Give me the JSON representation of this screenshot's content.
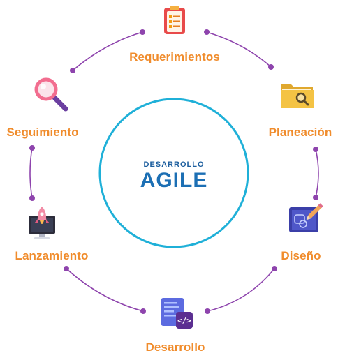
{
  "center": {
    "subtitle": "DESARROLLO",
    "title": "AGILE"
  },
  "stages": [
    {
      "label": "Requerimientos",
      "icon": "clipboard-checklist-icon"
    },
    {
      "label": "Planeación",
      "icon": "folder-magnifier-icon"
    },
    {
      "label": "Diseño",
      "icon": "blueprint-pencil-icon"
    },
    {
      "label": "Desarrollo",
      "icon": "code-file-icon"
    },
    {
      "label": "Lanzamiento",
      "icon": "monitor-rocket-icon"
    },
    {
      "label": "Seguimiento",
      "icon": "magnifying-glass-icon"
    }
  ],
  "colors": {
    "label": "#F08C2C",
    "connector": "#8E44AD",
    "center_ring": "#1FB0D8",
    "center_text": "#1C6FB4"
  }
}
